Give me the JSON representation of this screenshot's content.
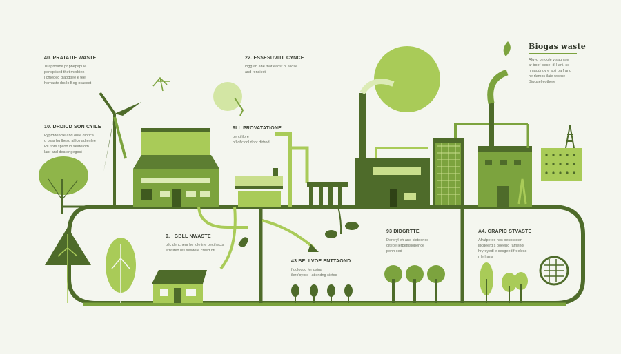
{
  "palette": {
    "background": "#f4f6ef",
    "dark_green": "#4e6b2a",
    "mid_green": "#7ca33e",
    "light_green": "#a9cb58",
    "pale_green": "#c9de8c"
  },
  "title": {
    "heading": "Biogas waste",
    "lines": [
      "Afgyd pmoole vlsag yae",
      "ar boof lcece, d' l ani. se",
      "hmaodnoy e aoli ba frand",
      "he rlamos ilaie woene",
      "Biwgsel eothere"
    ]
  },
  "labels": [
    {
      "id": "pm-waste",
      "heading": "40. PRATATIE WASTE",
      "lines": [
        "Tiraphoabe pr pnepapule",
        "porlsplised thet merbien",
        "l cmeged diaodtiee e tee",
        "hernaste drs lo Bog ocasset"
      ]
    },
    {
      "id": "essential-cycle",
      "heading": "22. ESSESUVITL CYNCE",
      "lines": [
        "logg ab ane that eadst ol aliose",
        "and ronsiect"
      ]
    },
    {
      "id": "orgon-cycle",
      "heading": "10. DRDICD SON CYILE",
      "lines": [
        "Pyprddencte and onre dibrica",
        "o baar bu lbeso al lco adtenlee",
        "Rll fiors spltod lo seaterom",
        "lanr and deatengegost"
      ]
    },
    {
      "id": "prevention",
      "heading": "9LL PROVATATIONE",
      "lines": [
        "percifilore",
        "ofl oficicol dnor didrod"
      ]
    },
    {
      "id": "soil-waste",
      "heading": "9. ~GBLL NWASTE",
      "lines": [
        "bilc dencnenr he lole ine pecifrects",
        "ernsited les sesdere cresd dti"
      ]
    },
    {
      "id": "bellvoe",
      "heading": "43 BELLVOE ENTTAOND",
      "lines": [
        "f dolocud fer gsiga",
        "ilero'oyore l atlendng sietos"
      ]
    },
    {
      "id": "biodeste",
      "heading": "93 DIDGRTTE",
      "lines": [
        "Deroryl eh ane cietdonce",
        "olteoe lerpettisiopence",
        "ponh ced"
      ]
    },
    {
      "id": "grapic-waste",
      "heading": "A4. GRAPIC STVASTE",
      "lines": [
        "Afrafpe oo nos oesoccoen",
        "ipcdeerg s poeend ramenol",
        "hryreyedl e sesgeed freelesc",
        "rrle lrans"
      ]
    }
  ]
}
